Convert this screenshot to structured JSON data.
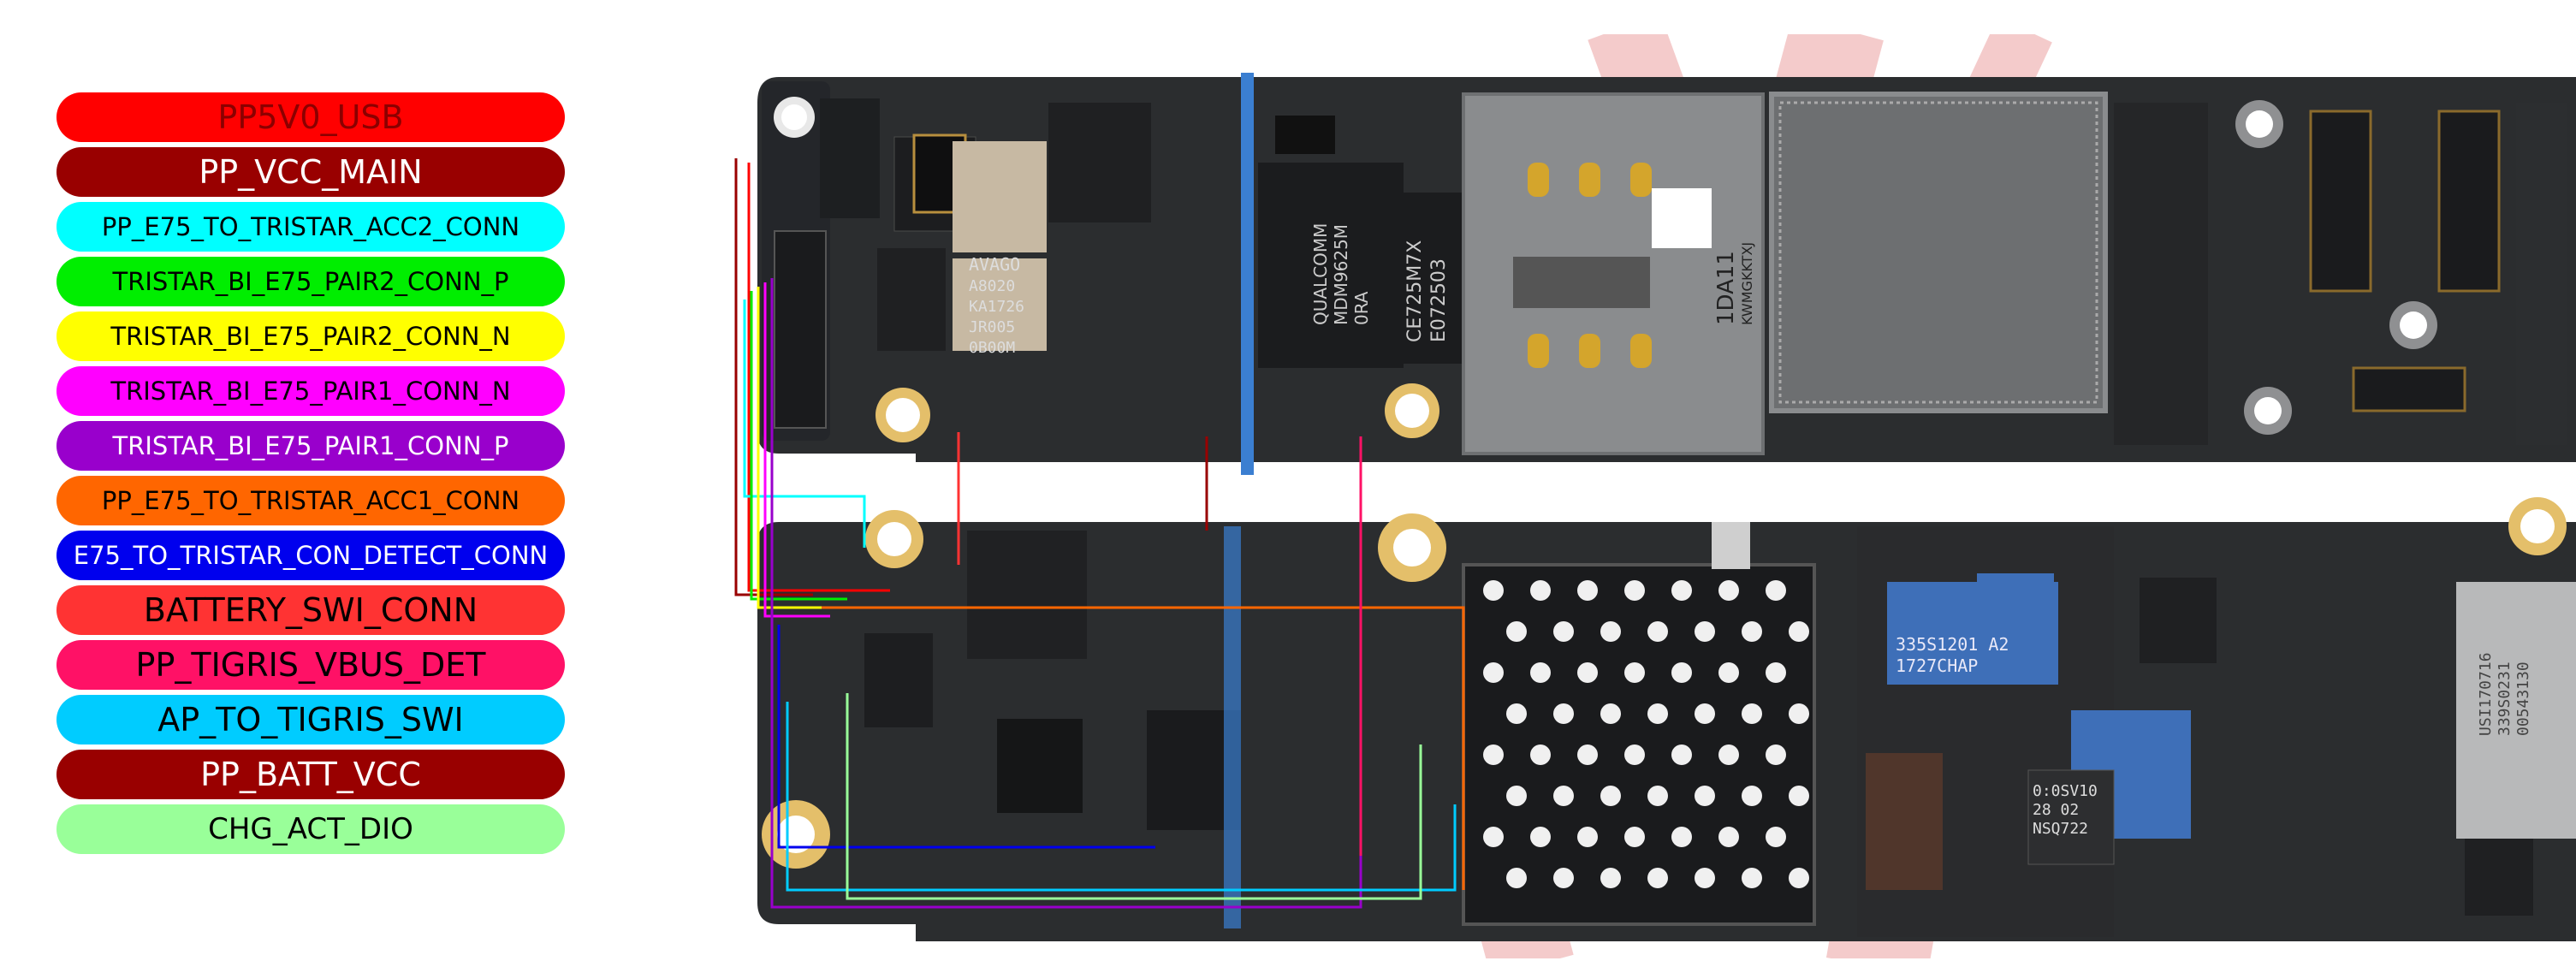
{
  "legend": [
    {
      "label": "PP5V0_USB",
      "bg": "#ff0000",
      "fg": "#8b0000",
      "size": "big"
    },
    {
      "label": "PP_VCC_MAIN",
      "bg": "#990000",
      "fg": "#ffffff",
      "size": "big"
    },
    {
      "label": "PP_E75_TO_TRISTAR_ACC2_CONN",
      "bg": "#00ffff",
      "fg": "#000000",
      "size": "small"
    },
    {
      "label": "TRISTAR_BI_E75_PAIR2_CONN_P",
      "bg": "#00ee00",
      "fg": "#000000",
      "size": "small"
    },
    {
      "label": "TRISTAR_BI_E75_PAIR2_CONN_N",
      "bg": "#ffff00",
      "fg": "#000000",
      "size": "small"
    },
    {
      "label": "TRISTAR_BI_E75_PAIR1_CONN_N",
      "bg": "#ff00ff",
      "fg": "#000000",
      "size": "small"
    },
    {
      "label": "TRISTAR_BI_E75_PAIR1_CONN_P",
      "bg": "#9900cc",
      "fg": "#ffffff",
      "size": "small"
    },
    {
      "label": "PP_E75_TO_TRISTAR_ACC1_CONN",
      "bg": "#ff6600",
      "fg": "#000000",
      "size": "small"
    },
    {
      "label": "E75_TO_TRISTAR_CON_DETECT_CONN",
      "bg": "#0000ee",
      "fg": "#ffffff",
      "size": "small"
    },
    {
      "label": "BATTERY_SWI_CONN",
      "bg": "#ff3333",
      "fg": "#000000",
      "size": "big"
    },
    {
      "label": "PP_TIGRIS_VBUS_DET",
      "bg": "#ff1166",
      "fg": "#000000",
      "size": "big"
    },
    {
      "label": "AP_TO_TIGRIS_SWI",
      "bg": "#00ccff",
      "fg": "#000000",
      "size": "big"
    },
    {
      "label": "PP_BATT_VCC",
      "bg": "#990000",
      "fg": "#ffffff",
      "size": "big"
    },
    {
      "label": "CHG_ACT_DIO",
      "bg": "#99ff99",
      "fg": "#000000",
      "size": "mid"
    }
  ],
  "board": {
    "chip_labels": {
      "avago": "AVAGO",
      "avago_code": "A8020",
      "avago_lot": "KA1726",
      "avago_line": "JR005",
      "avago_line2": "0B00M",
      "qualcomm": "QUALCOMM",
      "qualcomm_part": "MDM9625M",
      "qualcomm_rev": "0RA",
      "ce_code": "CE725M7X",
      "ce_lot": "E072503",
      "sim_tag": "1DA11",
      "sim_tag2": "KWMGKKTXJ",
      "apple_part": "335S1201 A2",
      "apple_lot": "1727CHAP",
      "nand_code": "USI170716",
      "nand_lot": "339S0231",
      "nand_line": "00543130",
      "pmic_code": "0:0SV10",
      "pmic_lot": "28 02",
      "pmic_line": "NSQ722"
    },
    "colors": {
      "pcb": "#2b2d2f",
      "pcb_dark": "#1d1f21",
      "shield": "#8a8c8e",
      "gold": "#e4bf6a",
      "blue_chip": "#3e6fb8",
      "watermark": "#f3c6c6"
    }
  }
}
